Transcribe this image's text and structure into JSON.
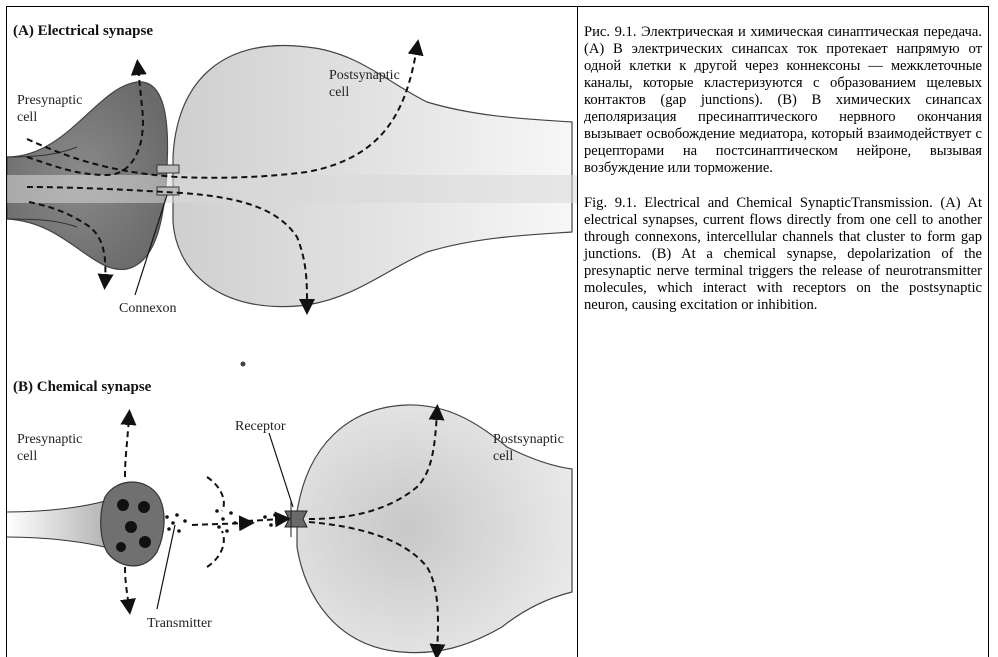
{
  "figure": {
    "panel_a": {
      "title": "(A) Electrical synapse",
      "presynaptic_label": [
        "Presynaptic",
        "cell"
      ],
      "postsynaptic_label": [
        "Postsynaptic",
        "cell"
      ],
      "connexon_label": "Connexon"
    },
    "panel_b": {
      "title": "(B) Chemical synapse",
      "presynaptic_label": [
        "Presynaptic",
        "cell"
      ],
      "postsynaptic_label": [
        "Postsynaptic",
        "cell"
      ],
      "receptor_label": "Receptor",
      "transmitter_label": "Transmitter"
    }
  },
  "caption": {
    "ru": "Рис. 9.1. Электрическая и химическая синаптическая передача. (A) В электрических синапсах ток протекает напрямую от одной клетки к другой через коннексоны — межклеточные каналы, которые кластеризуются с образованием щелевых контактов (gap junctions). (B) В химических синапсах деполяризация пресинаптического нервного окончания вызывает освобождение медиатора, который взаимодействует с рецепторами на постсинаптическом нейроне, вызывая возбуждение или торможение.",
    "en": "Fig. 9.1. Electrical and Chemical SynapticTransmission. (A) At electrical synapses, current flows directly from one cell to another through connexons, intercellular channels that cluster to form gap junctions. (B) At a chemical synapse, depolarization of the presynaptic nerve terminal triggers the release of neurotransmitter molecules, which interact with receptors on the postsynaptic neuron, causing excitation or inhibition."
  }
}
